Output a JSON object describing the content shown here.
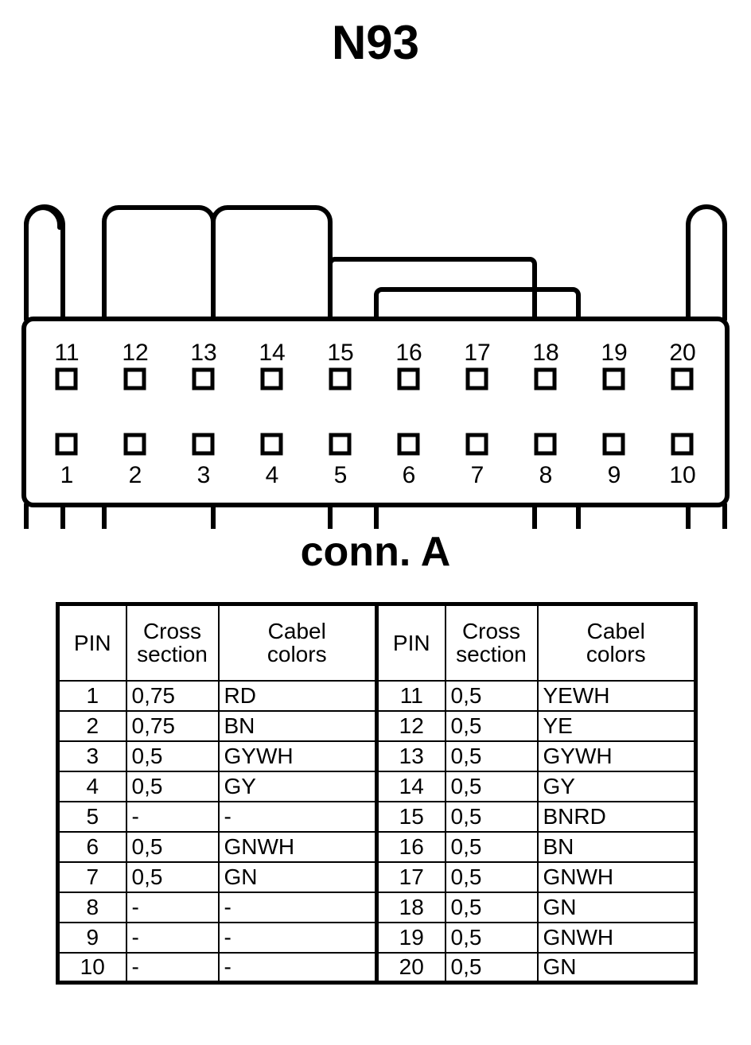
{
  "title": "N93",
  "connector": {
    "caption": "conn. A",
    "top_row_pins": [
      "11",
      "12",
      "13",
      "14",
      "15",
      "16",
      "17",
      "18",
      "19",
      "20"
    ],
    "bottom_row_pins": [
      "1",
      "2",
      "3",
      "4",
      "5",
      "6",
      "7",
      "8",
      "9",
      "10"
    ],
    "outline_color": "#000000",
    "fill_color": "#ffffff"
  },
  "table": {
    "headers": {
      "pin": "PIN",
      "cross_section_l1": "Cross",
      "cross_section_l2": "section",
      "cabel_colors_l1": "Cabel",
      "cabel_colors_l2": "colors"
    },
    "left_rows": [
      {
        "pin": "1",
        "cross": "0,75",
        "color": "RD"
      },
      {
        "pin": "2",
        "cross": "0,75",
        "color": "BN"
      },
      {
        "pin": "3",
        "cross": "0,5",
        "color": "GYWH"
      },
      {
        "pin": "4",
        "cross": "0,5",
        "color": "GY"
      },
      {
        "pin": "5",
        "cross": "-",
        "color": "-"
      },
      {
        "pin": "6",
        "cross": "0,5",
        "color": "GNWH"
      },
      {
        "pin": "7",
        "cross": "0,5",
        "color": "GN"
      },
      {
        "pin": "8",
        "cross": "-",
        "color": "-"
      },
      {
        "pin": "9",
        "cross": "-",
        "color": "-"
      },
      {
        "pin": "10",
        "cross": "-",
        "color": "-"
      }
    ],
    "right_rows": [
      {
        "pin": "11",
        "cross": "0,5",
        "color": "YEWH"
      },
      {
        "pin": "12",
        "cross": "0,5",
        "color": "YE"
      },
      {
        "pin": "13",
        "cross": "0,5",
        "color": "GYWH"
      },
      {
        "pin": "14",
        "cross": "0,5",
        "color": "GY"
      },
      {
        "pin": "15",
        "cross": "0,5",
        "color": "BNRD"
      },
      {
        "pin": "16",
        "cross": "0,5",
        "color": "BN"
      },
      {
        "pin": "17",
        "cross": "0,5",
        "color": "GNWH"
      },
      {
        "pin": "18",
        "cross": "0,5",
        "color": "GN"
      },
      {
        "pin": "19",
        "cross": "0,5",
        "color": "GNWH"
      },
      {
        "pin": "20",
        "cross": "0,5",
        "color": "GN"
      }
    ]
  }
}
